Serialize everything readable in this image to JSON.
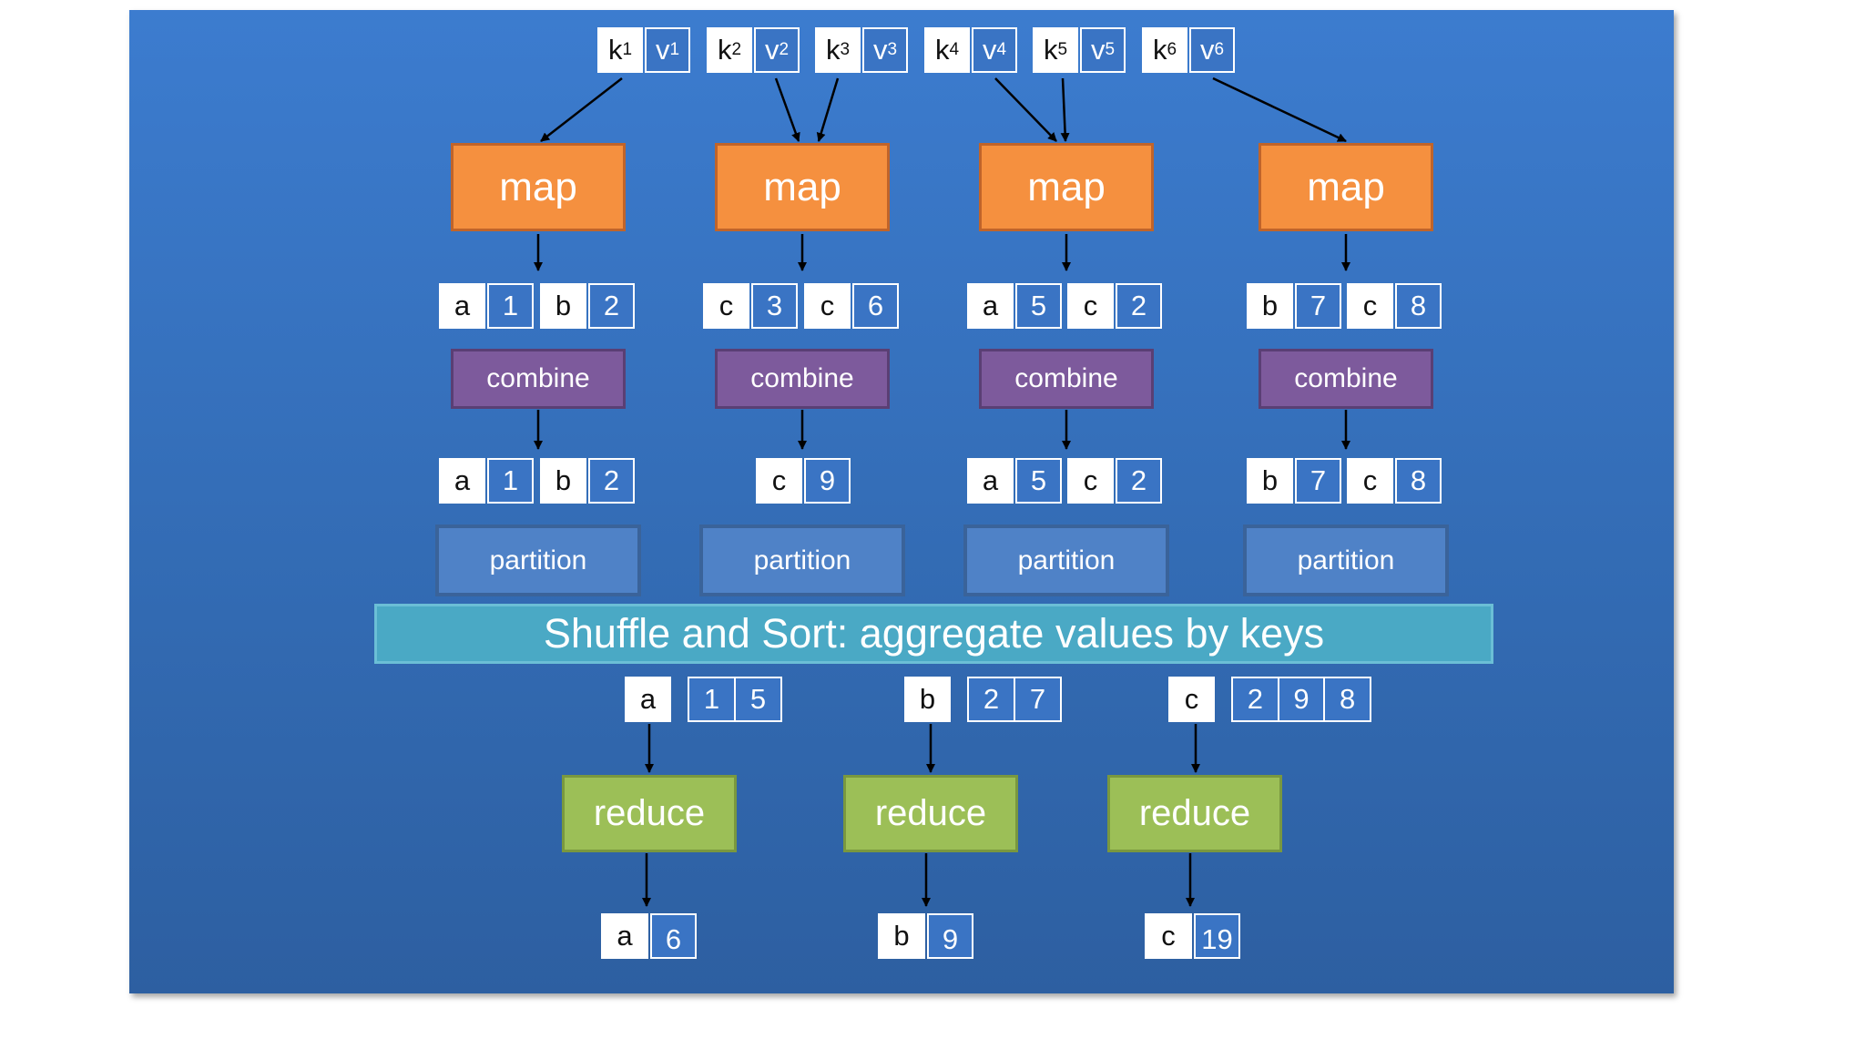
{
  "inputs": [
    {
      "k": "k",
      "ks": "1",
      "v": "v",
      "vs": "1"
    },
    {
      "k": "k",
      "ks": "2",
      "v": "v",
      "vs": "2"
    },
    {
      "k": "k",
      "ks": "3",
      "v": "v",
      "vs": "3"
    },
    {
      "k": "k",
      "ks": "4",
      "v": "v",
      "vs": "4"
    },
    {
      "k": "k",
      "ks": "5",
      "v": "v",
      "vs": "5"
    },
    {
      "k": "k",
      "ks": "6",
      "v": "v",
      "vs": "6"
    }
  ],
  "stages": {
    "map": "map",
    "combine": "combine",
    "partition": "partition",
    "reduce": "reduce"
  },
  "map_outputs": [
    [
      {
        "k": "a",
        "v": "1"
      },
      {
        "k": "b",
        "v": "2"
      }
    ],
    [
      {
        "k": "c",
        "v": "3"
      },
      {
        "k": "c",
        "v": "6"
      }
    ],
    [
      {
        "k": "a",
        "v": "5"
      },
      {
        "k": "c",
        "v": "2"
      }
    ],
    [
      {
        "k": "b",
        "v": "7"
      },
      {
        "k": "c",
        "v": "8"
      }
    ]
  ],
  "combine_outputs": [
    [
      {
        "k": "a",
        "v": "1"
      },
      {
        "k": "b",
        "v": "2"
      }
    ],
    [
      {
        "k": "c",
        "v": "9"
      }
    ],
    [
      {
        "k": "a",
        "v": "5"
      },
      {
        "k": "c",
        "v": "2"
      }
    ],
    [
      {
        "k": "b",
        "v": "7"
      },
      {
        "k": "c",
        "v": "8"
      }
    ]
  ],
  "shuffle_label": "Shuffle and Sort: aggregate values by keys",
  "shuffled": [
    {
      "k": "a",
      "values": [
        "1",
        "5"
      ]
    },
    {
      "k": "b",
      "values": [
        "2",
        "7"
      ]
    },
    {
      "k": "c",
      "values": [
        "2",
        "9",
        "8"
      ]
    }
  ],
  "results": [
    {
      "k": "a",
      "v": "6"
    },
    {
      "k": "b",
      "v": "9"
    },
    {
      "k": "c",
      "v": "19"
    }
  ],
  "colors": {
    "background": "#3a74c4",
    "map": "#f5903f",
    "combine": "#7d5a9c",
    "partition": "#4f82c7",
    "shuffle": "#4aa9c5",
    "reduce": "#9cbf57"
  }
}
